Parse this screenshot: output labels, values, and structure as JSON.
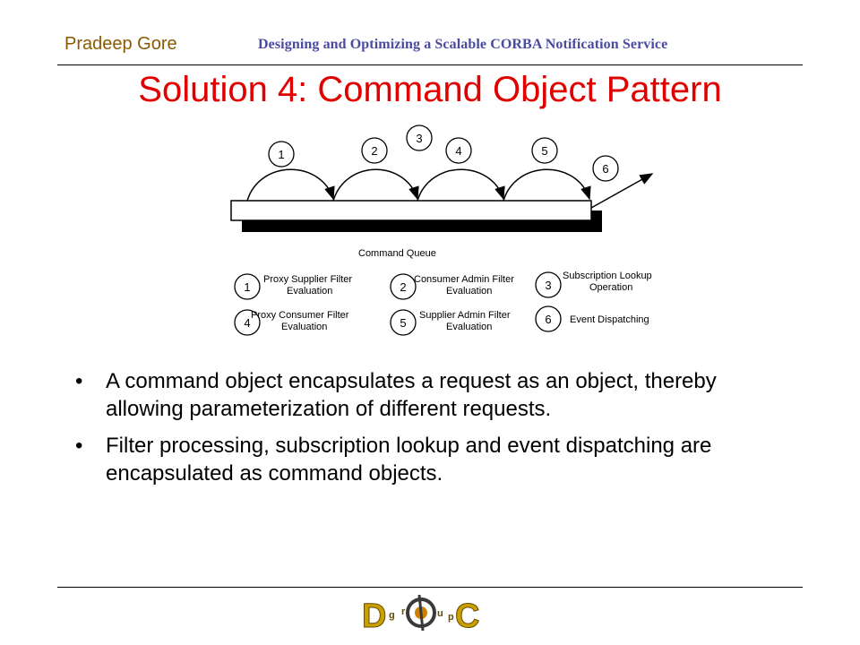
{
  "header": {
    "author": "Pradeep Gore",
    "title": "Designing and Optimizing a Scalable CORBA Notification Service"
  },
  "slide": {
    "title": "Solution 4: Command Object Pattern"
  },
  "diagram": {
    "queue_label": "Command Queue",
    "step_numbers": [
      "1",
      "2",
      "3",
      "4",
      "5",
      "6"
    ],
    "legend": [
      {
        "number": "1",
        "line1": "Proxy Supplier Filter",
        "line2": "Evaluation"
      },
      {
        "number": "2",
        "line1": "Consumer Admin Filter",
        "line2": "Evaluation"
      },
      {
        "number": "3",
        "line1": "Subscription Lookup",
        "line2": "Operation"
      },
      {
        "number": "4",
        "line1": "Proxy Consumer Filter",
        "line2": "Evaluation"
      },
      {
        "number": "5",
        "line1": "Supplier Admin Filter",
        "line2": "Evaluation"
      },
      {
        "number": "6",
        "line1": "Event Dispatching",
        "line2": ""
      }
    ]
  },
  "bullets": [
    "A command object encapsulates a request as an object, thereby allowing parameterization of different requests.",
    "Filter processing, subscription lookup and event dispatching are encapsulated as command objects."
  ],
  "logo": {
    "letters": [
      "D",
      "g",
      "r",
      "u",
      "p",
      "C"
    ]
  },
  "colors": {
    "title": "#e00000",
    "author": "#8b5a00",
    "header": "#4a4aa0"
  }
}
